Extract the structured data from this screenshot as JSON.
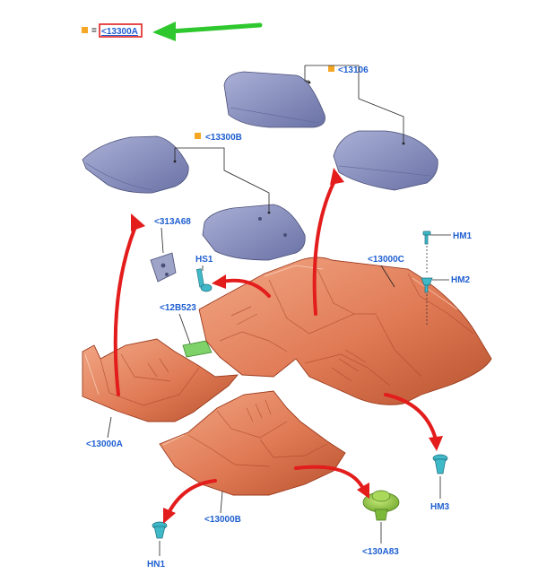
{
  "legend": {
    "equals_sign": "=",
    "part_link": "<13300A",
    "swatch_color": "#f5a623",
    "highlight_color": "#e02020",
    "pointer_color": "#2ec82e"
  },
  "callouts": {
    "mats_rear": "<13106",
    "mats_front": "<13300B",
    "bracket": "<313A68",
    "screw": "HS1",
    "heel_pad": "<12B523",
    "carpet_main": "<13000C",
    "clip_hm1": "HM1",
    "clip_hm2": "HM2",
    "carpet_left": "<13000A",
    "clip_hm3": "HM3",
    "carpet_center": "<13000B",
    "clip_hn1": "HN1",
    "grommet": "<130A83"
  },
  "icons": {
    "legend_swatch": "orange-square-icon",
    "pointer": "green-arrow-icon"
  },
  "colors": {
    "carpet": "#e07a55",
    "mat": "#8a92c2",
    "link_text": "#1f5fd0",
    "arrow": "#e31c1c",
    "clip": "#3fb8c8",
    "grommet": "#8cc63f"
  }
}
